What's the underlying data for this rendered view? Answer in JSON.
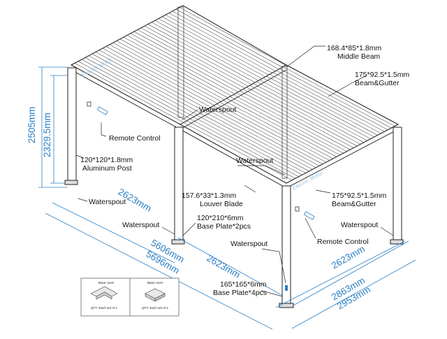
{
  "labels": {
    "middle_beam": [
      "168.4*85*1.8mm",
      "Middle Beam"
    ],
    "beam_gutter_top": [
      "175*92.5*1.5mm",
      "Beam&Gutter"
    ],
    "beam_gutter_right": [
      "175*92.5*1.5mm",
      "Beam&Gutter"
    ],
    "waterspout": "Waterspout",
    "remote_control": "Remote Control",
    "aluminum_post": [
      "120*120*1.8mm",
      "Aluminum Post"
    ],
    "louver_blade": [
      "157.6*33*1.3mm",
      "Louver Blade"
    ],
    "base_plate_2": [
      "120*210*6mm",
      "Base Plate*2pcs"
    ],
    "base_plate_4": [
      "165*165*6mm",
      "Base Plate*4pcs"
    ]
  },
  "dimensions": {
    "height_outer": "2505mm",
    "height_inner": "2329.5mm",
    "left_bay": "2623mm",
    "mid_bay": "2623mm",
    "right_bay": "2623mm",
    "length_inner": "5606mm",
    "length_outer": "5696mm",
    "width_inner": "2863mm",
    "width_outer": "2953mm"
  },
  "watermark": "Electric Motor",
  "legend": {
    "cover_1": {
      "title": "Base cover",
      "qty": "QTY:  Each set of 4"
    },
    "cover_2": {
      "title": "Base cover",
      "qty": "QTY:  Each set of 4"
    }
  }
}
